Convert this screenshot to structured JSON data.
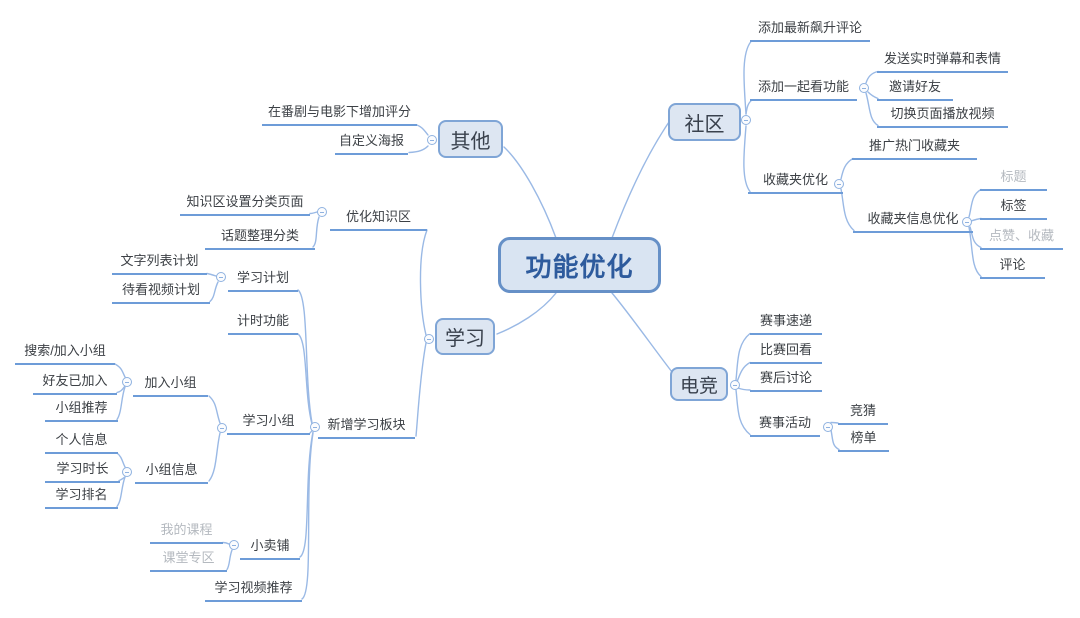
{
  "mindmap": {
    "root": {
      "label": "功能优化"
    },
    "branches": [
      {
        "label": "其他",
        "children": [
          {
            "label": "在番剧与电影下增加评分"
          },
          {
            "label": "自定义海报"
          }
        ]
      },
      {
        "label": "社区",
        "children": [
          {
            "label": "添加最新飙升评论"
          },
          {
            "label": "添加一起看功能",
            "children": [
              {
                "label": "发送实时弹幕和表情"
              },
              {
                "label": "邀请好友"
              },
              {
                "label": "切换页面播放视频"
              }
            ]
          },
          {
            "label": "收藏夹优化",
            "children": [
              {
                "label": "推广热门收藏夹"
              },
              {
                "label": "收藏夹信息优化",
                "children": [
                  {
                    "label": "标题",
                    "muted": true
                  },
                  {
                    "label": "标签"
                  },
                  {
                    "label": "点赞、收藏",
                    "muted": true
                  },
                  {
                    "label": "评论"
                  }
                ]
              }
            ]
          }
        ]
      },
      {
        "label": "学习",
        "children": [
          {
            "label": "优化知识区",
            "children": [
              {
                "label": "知识区设置分类页面"
              },
              {
                "label": "话题整理分类"
              }
            ]
          },
          {
            "label": "新增学习板块",
            "children": [
              {
                "label": "学习计划",
                "children": [
                  {
                    "label": "文字列表计划"
                  },
                  {
                    "label": "待看视频计划"
                  }
                ]
              },
              {
                "label": "计时功能"
              },
              {
                "label": "学习小组",
                "children": [
                  {
                    "label": "加入小组",
                    "children": [
                      {
                        "label": "搜索/加入小组"
                      },
                      {
                        "label": "好友已加入"
                      },
                      {
                        "label": "小组推荐"
                      }
                    ]
                  },
                  {
                    "label": "小组信息",
                    "children": [
                      {
                        "label": "个人信息"
                      },
                      {
                        "label": "学习时长"
                      },
                      {
                        "label": "学习排名"
                      }
                    ]
                  }
                ]
              },
              {
                "label": "小卖铺",
                "children": [
                  {
                    "label": "我的课程",
                    "muted": true
                  },
                  {
                    "label": "课堂专区",
                    "muted": true
                  }
                ]
              },
              {
                "label": "学习视频推荐"
              }
            ]
          }
        ]
      },
      {
        "label": "电竞",
        "children": [
          {
            "label": "赛事速递"
          },
          {
            "label": "比赛回看"
          },
          {
            "label": "赛后讨论"
          },
          {
            "label": "赛事活动",
            "children": [
              {
                "label": "竞猜"
              },
              {
                "label": "榜单"
              }
            ]
          }
        ]
      }
    ],
    "collapse_icon": "minus-circle",
    "colors": {
      "branch_line": "#9ab9e5",
      "topic_underline": "#6d9cd8",
      "node_fill": "#dde6f2",
      "node_border": "#7fa5d6",
      "root_fill": "#d9e4f2",
      "root_border": "#6690c7",
      "root_text": "#2e5b9d",
      "text": "#3c4045",
      "muted_text": "#b4b9bf"
    }
  }
}
